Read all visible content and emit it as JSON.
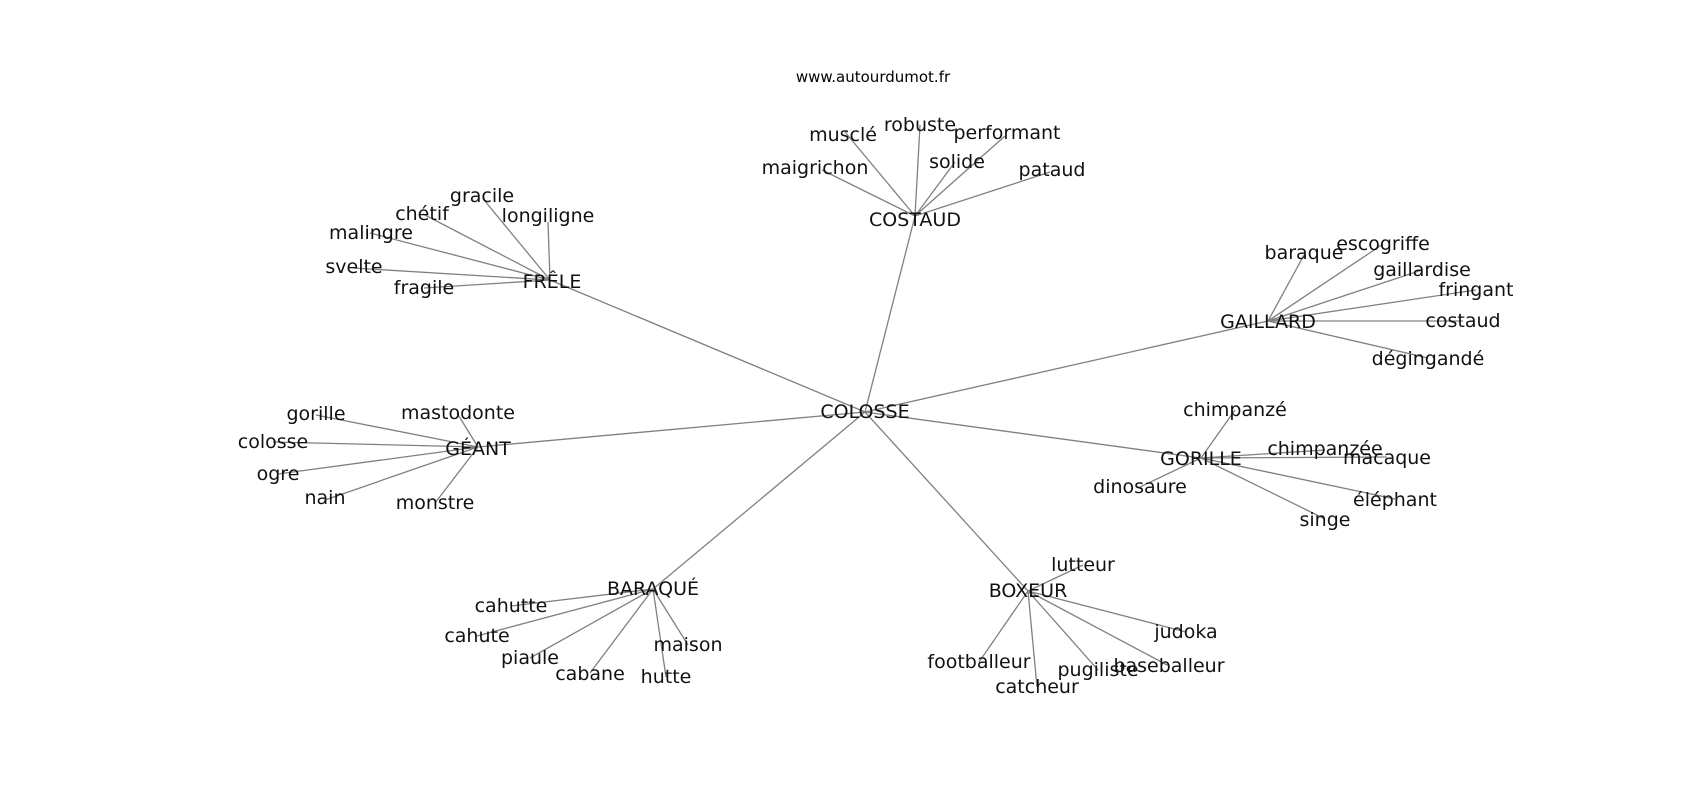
{
  "source": "www.autourdumot.fr",
  "root": "COLOSSE",
  "hubs": [
    {
      "key": "costaud",
      "label": "COSTAUD",
      "leaves": [
        "musclé",
        "robuste",
        "performant",
        "solide",
        "maigrichon",
        "pataud"
      ]
    },
    {
      "key": "frele",
      "label": "FRÊLE",
      "leaves": [
        "gracile",
        "chétif",
        "longiligne",
        "malingre",
        "svelte",
        "fragile"
      ]
    },
    {
      "key": "gaillard",
      "label": "GAILLARD",
      "leaves": [
        "baraque",
        "escogriffe",
        "gaillardise",
        "fringant",
        "costaud",
        "dégingandé"
      ]
    },
    {
      "key": "geant",
      "label": "GÉANT",
      "leaves": [
        "gorille",
        "mastodonte",
        "colosse",
        "ogre",
        "nain",
        "monstre"
      ]
    },
    {
      "key": "gorille",
      "label": "GORILLE",
      "leaves": [
        "chimpanzé",
        "chimpanzée",
        "macaque",
        "dinosaure",
        "éléphant",
        "singe"
      ]
    },
    {
      "key": "baraque",
      "label": "BARAQUÉ",
      "leaves": [
        "cahutte",
        "cahute",
        "piaule",
        "cabane",
        "maison",
        "hutte"
      ]
    },
    {
      "key": "boxeur",
      "label": "BOXEUR",
      "leaves": [
        "lutteur",
        "judoka",
        "footballeur",
        "catcheur",
        "pugiliste",
        "baseballeur"
      ]
    }
  ]
}
